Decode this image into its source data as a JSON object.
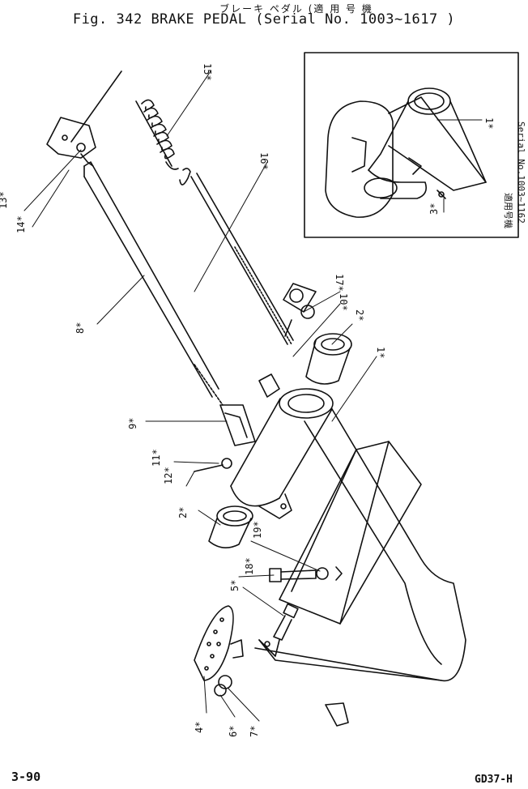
{
  "header": {
    "title_jp": "ブレーキ ペダル (適 用 号 機",
    "title_main": "Fig. 342 BRAKE PEDAL (Serial No. 1003~1617 )"
  },
  "inset": {
    "note_jp": "適用号機",
    "note_serial": "Serial No.1003~1162",
    "labels": {
      "p1": "1*",
      "p3": "3*"
    }
  },
  "parts": {
    "p1": "1*",
    "p2a": "2*",
    "p2b": "2*",
    "p5": "5*",
    "p6": "6*",
    "p7": "7*",
    "p8": "8*",
    "p9": "9*",
    "p10": "10*",
    "p11": "11*",
    "p12": "12*",
    "p13": "13*",
    "p14": "14*",
    "p15": "15*",
    "p16": "16*",
    "p17": "17*",
    "p18": "18*",
    "p19": "19*",
    "p4": "4*"
  },
  "footer": {
    "page": "3-90",
    "code": "GD37-H"
  }
}
